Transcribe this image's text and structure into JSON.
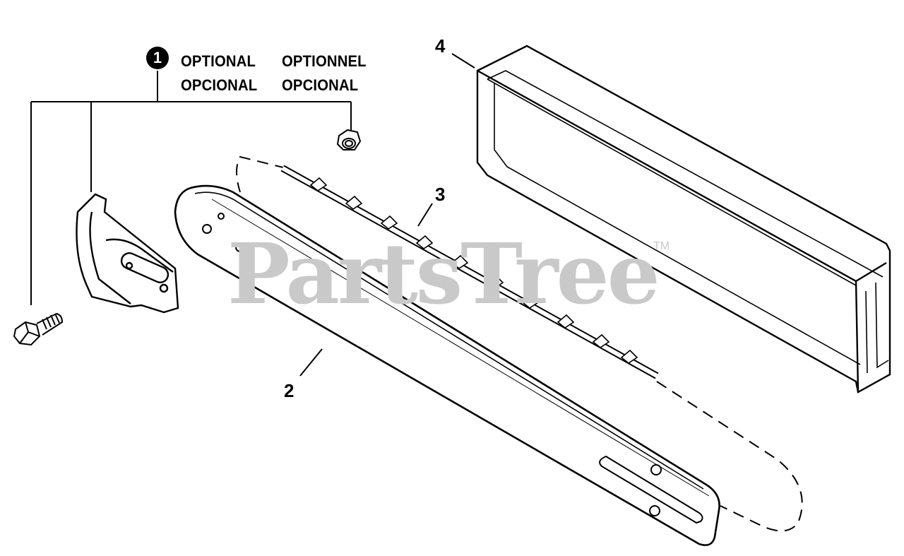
{
  "callouts": {
    "item1": "1",
    "item2": "2",
    "item3": "3",
    "item4": "4"
  },
  "optional_labels": {
    "en": "OPTIONAL",
    "fr": "OPTIONNEL",
    "es": "OPCIONAL",
    "pt": "OPCIONAL"
  },
  "watermark": {
    "text": "PartsTree",
    "trademark": "TM"
  },
  "colors": {
    "line": "#000000",
    "watermark": "#c9c9c9",
    "background": "#ffffff"
  }
}
